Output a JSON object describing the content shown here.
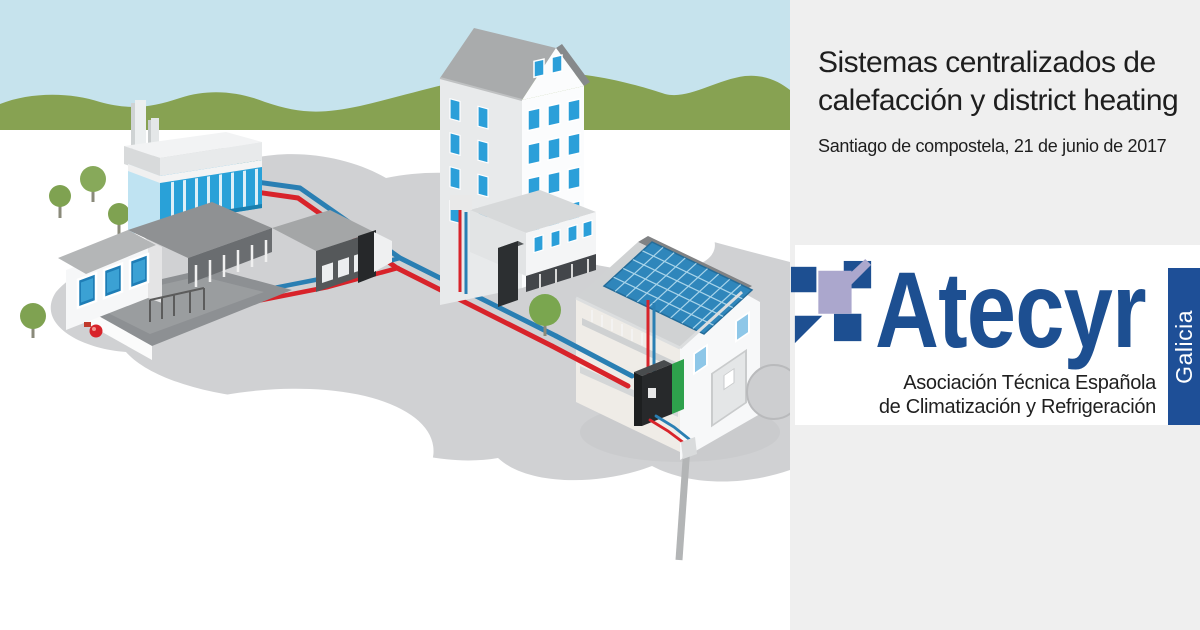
{
  "panel": {
    "title_lines": [
      "Sistemas centralizados de",
      "calefacción y district heating"
    ],
    "subtitle": "Santiago de compostela, 21 de junio de 2017"
  },
  "logo": {
    "wordmark": "Atecyr",
    "region": "Galicia",
    "tagline_line1": "Asociación Técnica Española",
    "tagline_line2": "de Climatización y Refrigeración"
  },
  "illustration": {
    "description": "Isometric illustration of a district heating network: central heat plant with chimneys, apartment tower, school with playground, and a solar-roof house, linked by red supply and blue return pipes, with a geothermal borehole",
    "colors": {
      "sky": "#c6e3ed",
      "hills": "#87a252",
      "ground_gray": "#d0d1d3",
      "pipe_supply_red": "#d8232a",
      "pipe_return_blue": "#2a7fb3",
      "window_blue": "#2b9fd9",
      "solar_panel_blue": "#2f86bb",
      "substation_green": "#2ea14c",
      "brand_blue": "#1d4f91",
      "brand_lavender": "#aba7cd",
      "panel_background": "#efefef",
      "text": "#1e1e1e"
    }
  }
}
